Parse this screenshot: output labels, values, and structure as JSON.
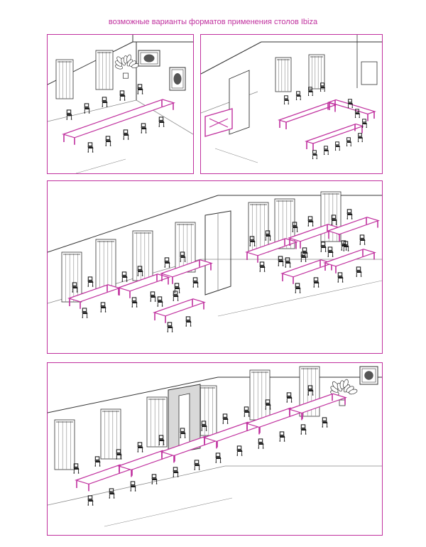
{
  "page": {
    "title": "возможные варианты форматов применения столов Ibiza"
  },
  "colors": {
    "accent": "#c0309e",
    "line": "#333333",
    "light_line": "#888888",
    "chair": "#1a1a1a"
  },
  "panels": [
    {
      "name": "room-boardroom-layout",
      "layout": "boardroom"
    },
    {
      "name": "room-u-shape-layout",
      "layout": "u-shape"
    },
    {
      "name": "room-clusters-layout",
      "layout": "clusters"
    },
    {
      "name": "room-long-table-layout",
      "layout": "long-table"
    }
  ]
}
